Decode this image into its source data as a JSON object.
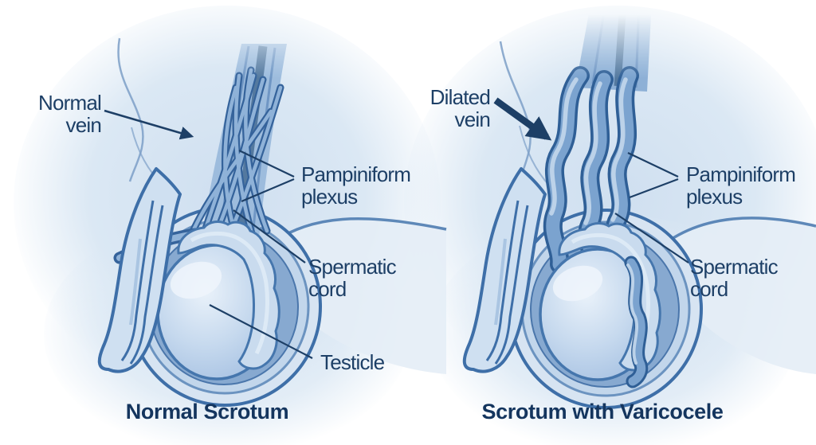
{
  "panels": {
    "normal": {
      "caption": "Normal Scrotum",
      "labels": {
        "vein": "Normal vein",
        "plexus": "Pampiniform plexus",
        "cord": "Spermatic cord",
        "testicle": "Testicle"
      }
    },
    "varicocele": {
      "caption": "Scrotum with Varicocele",
      "labels": {
        "vein": "Dilated vein",
        "plexus": "Pampiniform plexus",
        "cord": "Spermatic cord"
      }
    }
  },
  "palette": {
    "ink": "#1d3f66",
    "caption": "#14355e",
    "outline": "#3e6fa8",
    "outline_soft": "#6b93c0",
    "vein_dark": "#2f5f96",
    "vein_fill": "#7ba3cf",
    "vein_light": "#c4d8ec",
    "skin_light": "#cfe0f1",
    "skin_mid": "#c2d6eb",
    "cavity": "#87a9d0",
    "testicle_light": "#e8f1fa",
    "testicle_mid": "#b4cce9",
    "epididymis": "#c9dbee",
    "cord_fill": "#9dbcdd",
    "cord_core": "#54799f",
    "glow": "#d3e2f1"
  }
}
